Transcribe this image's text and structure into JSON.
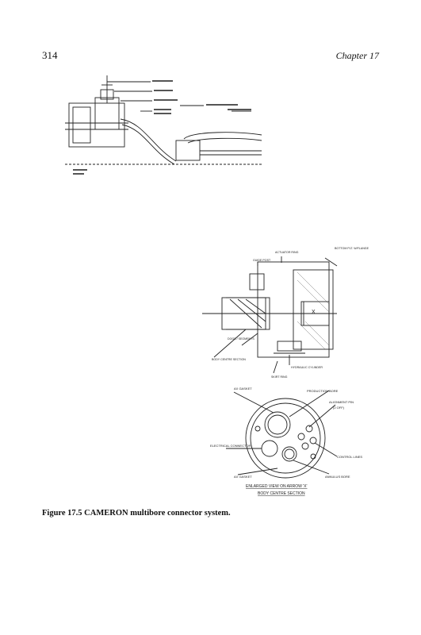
{
  "header": {
    "page_number": "314",
    "chapter": "Chapter 17"
  },
  "figure": {
    "caption": "Figure 17.5 CAMERON multibore connector system.",
    "section_view": {
      "labels": {
        "actuator_ring": "ACTUATOR RING",
        "bottom_plate": "BOTTOM PLT. W/FLANGE",
        "guide_post": "GUIDE POST",
        "dogs_segments": "DOGS / SEGMENTS",
        "body_centre_section": "BODY CENTRE SECTION",
        "hydraulic_cylinder": "HYDRAULIC CYLINDER",
        "skirt_ring": "SKIRT RING",
        "arrow_marker": "X"
      }
    },
    "enlarged_view": {
      "labels": {
        "ax_gasket_top": "AX GASKET",
        "production_bore": "PRODUCTION BORE",
        "alignment_pin": "ALIGNMENT PIN",
        "alignment_pin_qty": "(2 OFF)",
        "electrical_connector": "ELECTRICAL CONNECTOR",
        "control_lines": "CONTROL LINES",
        "ax_gasket_bottom": "AX GASKET",
        "annulus_bore": "ANNULUS BORE"
      },
      "title_line1": "ENLARGED VIEW ON ARROW 'X'",
      "title_line2": "BODY CENTRE SECTION"
    }
  }
}
